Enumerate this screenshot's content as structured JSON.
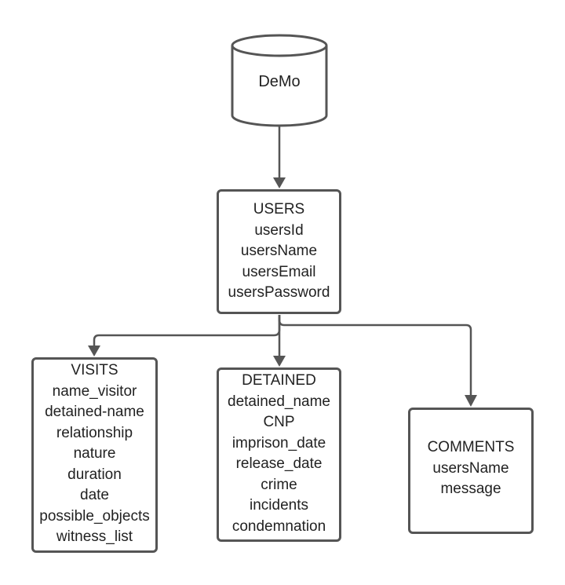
{
  "database": {
    "label": "DeMo"
  },
  "users": {
    "title": "USERS",
    "fields": [
      "usersId",
      "usersName",
      "usersEmail",
      "usersPassword"
    ]
  },
  "visits": {
    "title": "VISITS",
    "fields": [
      "name_visitor",
      "detained-name",
      "relationship",
      "nature",
      "duration",
      "date",
      "possible_objects",
      "witness_list"
    ]
  },
  "detained": {
    "title": "DETAINED",
    "fields": [
      "detained_name",
      "CNP",
      "imprison_date",
      "release_date",
      "crime",
      "incidents",
      "condemnation"
    ]
  },
  "comments": {
    "title": "COMMENTS",
    "fields": [
      "usersName",
      "message"
    ]
  },
  "colors": {
    "stroke": "#555555",
    "text": "#222222",
    "background": "#ffffff"
  }
}
